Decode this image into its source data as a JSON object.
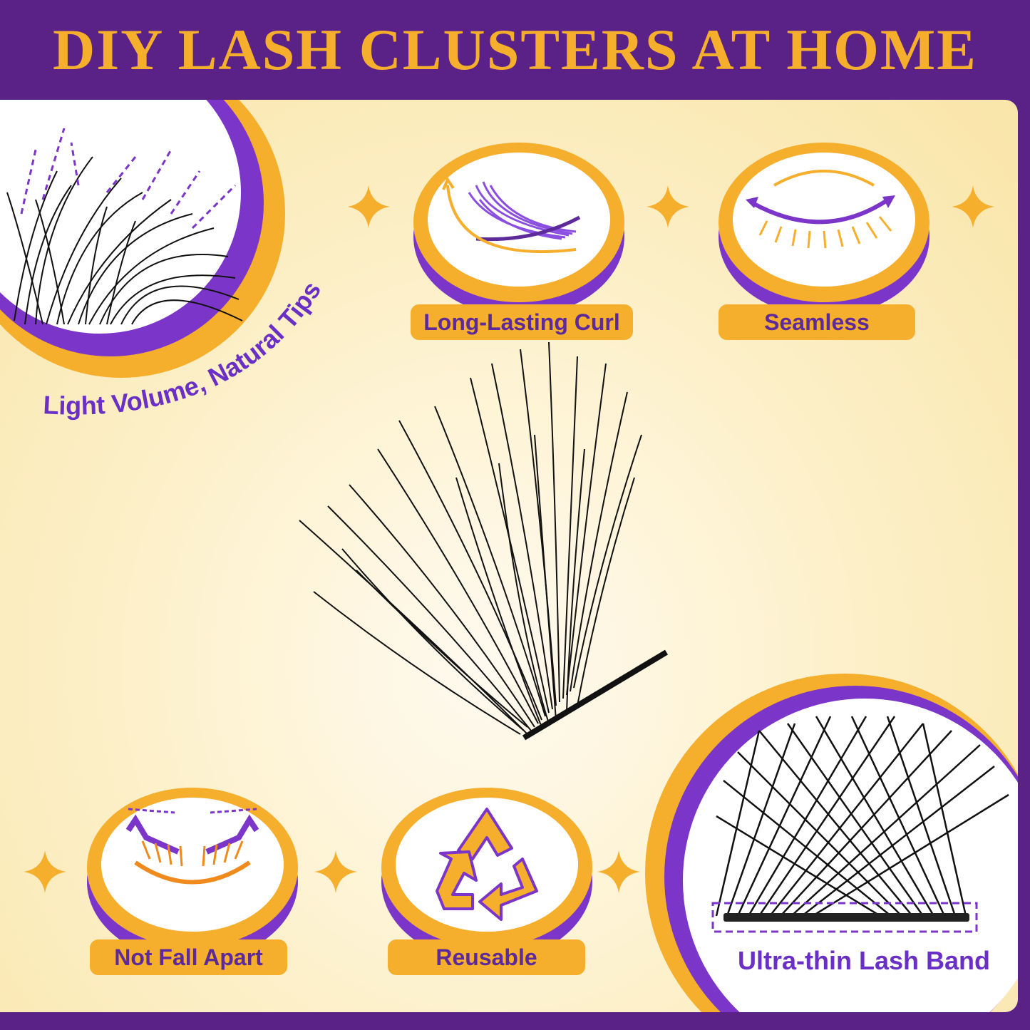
{
  "title": "DIY LASH CLUSTERS AT HOME",
  "features": {
    "light_volume": "Light Volume, Natural Tips",
    "curl": "Long-Lasting Curl",
    "seamless": "Seamless",
    "not_fall_apart": "Not Fall Apart",
    "reusable": "Reusable",
    "lash_band": "Ultra-thin Lash Band"
  },
  "colors": {
    "purple": "#5a2187",
    "accent_purple": "#7b35c9",
    "orange": "#f6ae2d",
    "cream": "#fdf1cc"
  }
}
